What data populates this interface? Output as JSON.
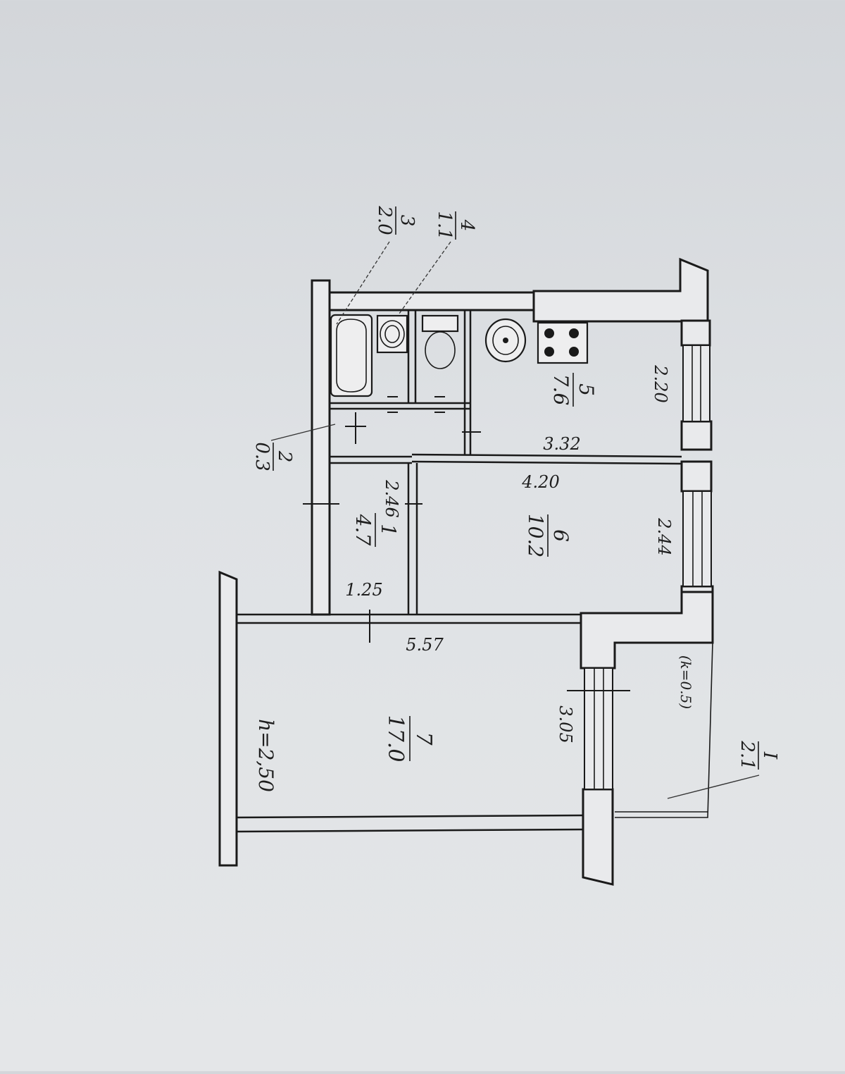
{
  "plan": {
    "ceiling_height": "h=2,50",
    "rooms": [
      {
        "number": "1",
        "area": "4.7"
      },
      {
        "number": "2",
        "area": "0.3"
      },
      {
        "number": "3",
        "area": "2.0"
      },
      {
        "number": "4",
        "area": "1.1"
      },
      {
        "number": "5",
        "area": "7.6"
      },
      {
        "number": "6",
        "area": "10.2"
      },
      {
        "number": "7",
        "area": "17.0"
      },
      {
        "number": "I",
        "area": "2.1"
      }
    ],
    "balcony_coefficient": "(k=0.5)",
    "dimensions": {
      "kitchen_width": "2.20",
      "kitchen_length": "3.32",
      "room6_length": "4.20",
      "room6_width": "2.44",
      "hall_length": "2.46",
      "hall_width": "1.25",
      "room7_length": "5.57",
      "room7_width": "3.05"
    }
  }
}
